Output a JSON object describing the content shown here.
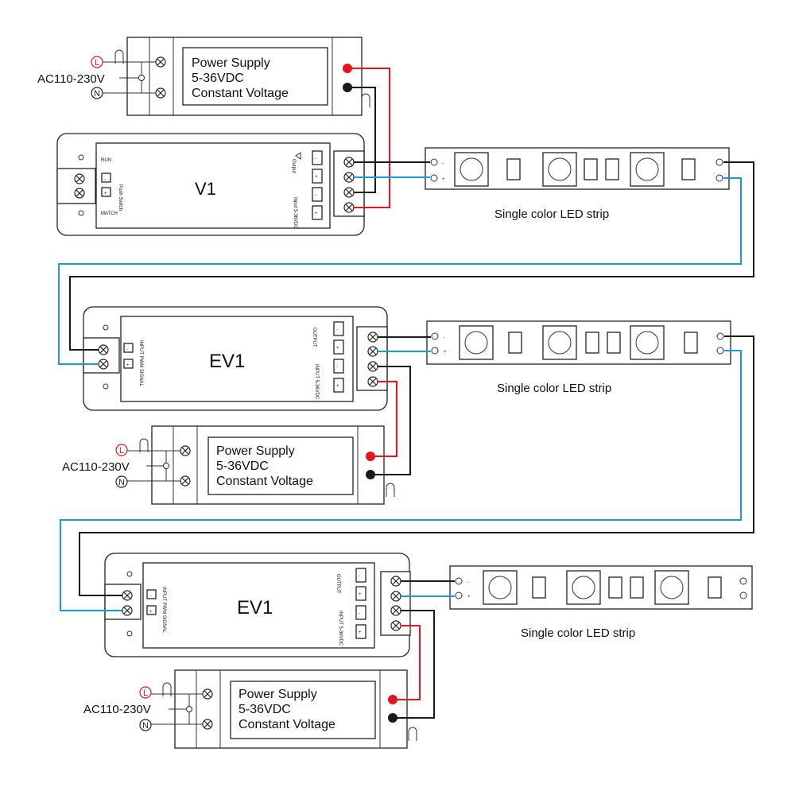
{
  "colors": {
    "positive_wire": "#e8151e",
    "negative_wire": "#1a1a1a",
    "blue_wire": "#1a9ad6",
    "outline": "#222222"
  },
  "ac_input": {
    "label": "AC110-230V",
    "live": "L",
    "neutral": "N"
  },
  "power_supply": {
    "line1": "Power Supply",
    "line2": "5-36VDC",
    "line3": "Constant Voltage"
  },
  "v1": {
    "name": "V1",
    "run_label": "RUN",
    "match_label": "MATCH",
    "push_switch_label": "Push Switch",
    "output_label": "Output",
    "input_label": "Input 5-36VDC",
    "minus": "-",
    "plus": "+"
  },
  "ev1": {
    "name": "EV1",
    "input_pwm_label": "INPUT PWM SIGNAL",
    "output_label": "OUTPUT",
    "input_label": "INPUT 5-36VDC",
    "minus": "-",
    "plus": "+"
  },
  "led_strip": {
    "label": "Single color LED strip",
    "minus": "-",
    "plus": "+"
  }
}
